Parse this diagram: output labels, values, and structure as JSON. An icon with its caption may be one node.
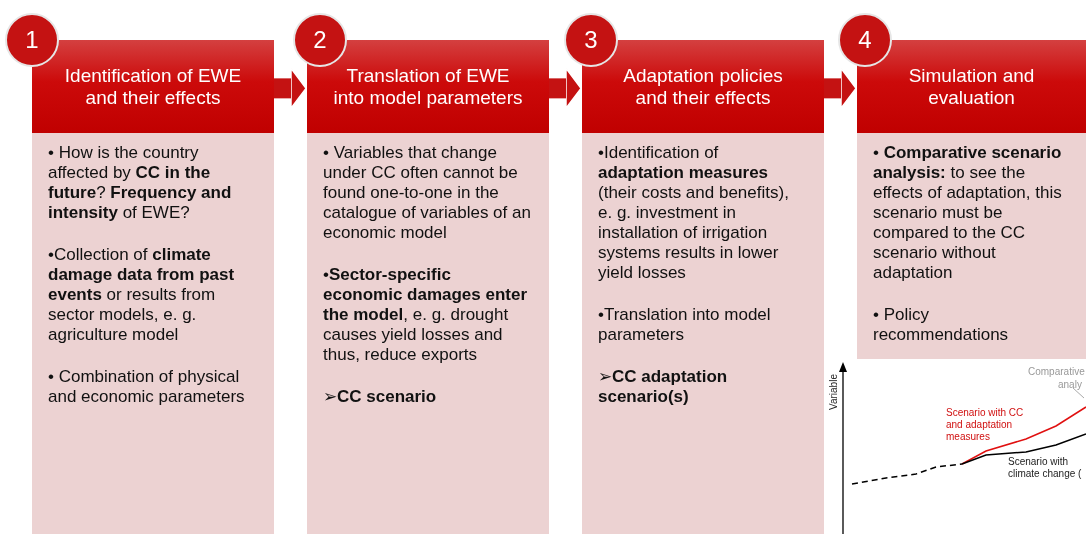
{
  "diagram": {
    "nodes": [
      {
        "text": [
          "1"
        ]
      },
      {
        "text": [
          "Identification of EWE and their effects"
        ]
      },
      {
        "text": [
          "• How is the country affected by **CC in the future**? **Frequency and intensity** of EWE?",
          "•Collection of **climate damage data from past events** or results from sector models, e. g. agriculture model",
          "• Combination of physical and economic parameters"
        ]
      },
      {
        "text": [
          "2"
        ]
      },
      {
        "text": [
          "Translation of EWE into model parameters"
        ]
      },
      {
        "text": [
          "• Variables that change under CC often cannot be found one-to-one in the catalogue of variables of an economic model",
          "•**Sector-specific economic damages enter the model**, e. g. drought causes yield losses and thus, reduce exports",
          "➢**CC scenario**"
        ]
      },
      {
        "text": [
          "3"
        ]
      },
      {
        "text": [
          "Adaptation policies and their effects"
        ]
      },
      {
        "text": [
          "•Identification of **adaptation measures** (their costs and benefits), e. g. investment in installation of irrigation systems results in lower yield losses",
          "•Translation into model parameters",
          "➢**CC adaptation scenario(s)**"
        ]
      },
      {
        "text": [
          "4"
        ]
      },
      {
        "text": [
          "Simulation and evaluation"
        ]
      },
      {
        "text": [
          "• **Comparative scenario analysis:** to see the effects of adaptation, this scenario must be compared to the CC scenario without adaptation",
          "• Policy recommendations"
        ]
      }
    ],
    "edges": [
      {
        "from": 1,
        "to": 4,
        "arrow": "to"
      },
      {
        "from": 4,
        "to": 7,
        "arrow": "to"
      },
      {
        "from": 7,
        "to": 10,
        "arrow": "to"
      }
    ],
    "labels": [
      "Comparative",
      "analy",
      "Variable",
      "Scenario with CC and adaptation measures",
      "Scenario with climate change ("
    ]
  }
}
